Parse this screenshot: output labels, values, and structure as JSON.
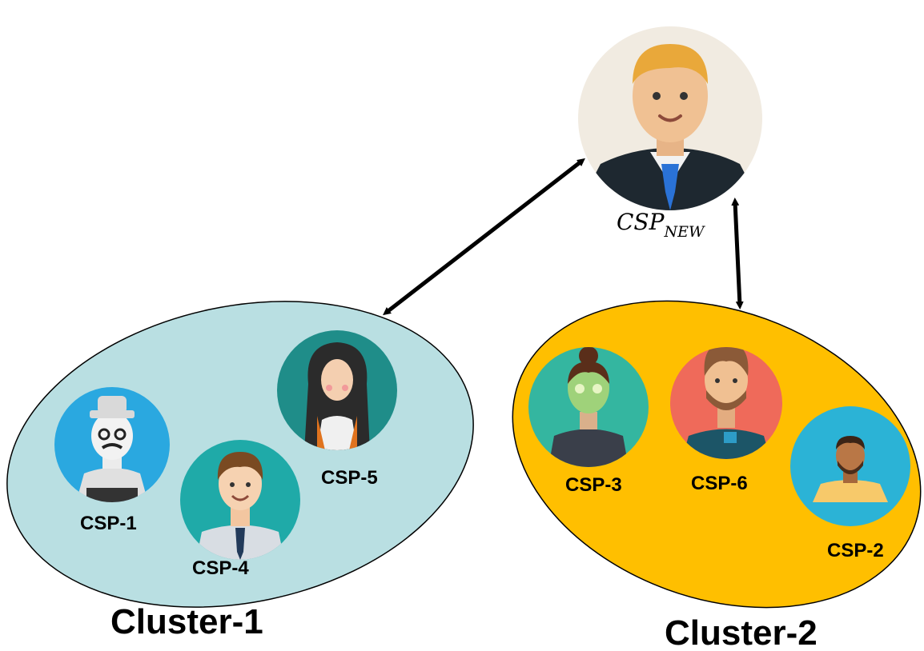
{
  "new_member": {
    "label_main": "CSP",
    "label_sub": "NEW"
  },
  "clusters": [
    {
      "name": "Cluster-1",
      "color": "#b9dfe2",
      "members": [
        "CSP-1",
        "CSP-4",
        "CSP-5"
      ]
    },
    {
      "name": "Cluster-2",
      "color": "#ffbf00",
      "members": [
        "CSP-3",
        "CSP-6",
        "CSP-2"
      ]
    }
  ],
  "colors": {
    "arrow": "#000000",
    "outline": "#000000"
  },
  "icons": [
    "man-businessman-avatar-icon",
    "hipster-avatar-icon",
    "businessman-avatar-icon",
    "woman-avatar-icon",
    "woman-face-mask-avatar-icon",
    "bearded-man-avatar-icon",
    "dark-skin-man-avatar-icon"
  ]
}
